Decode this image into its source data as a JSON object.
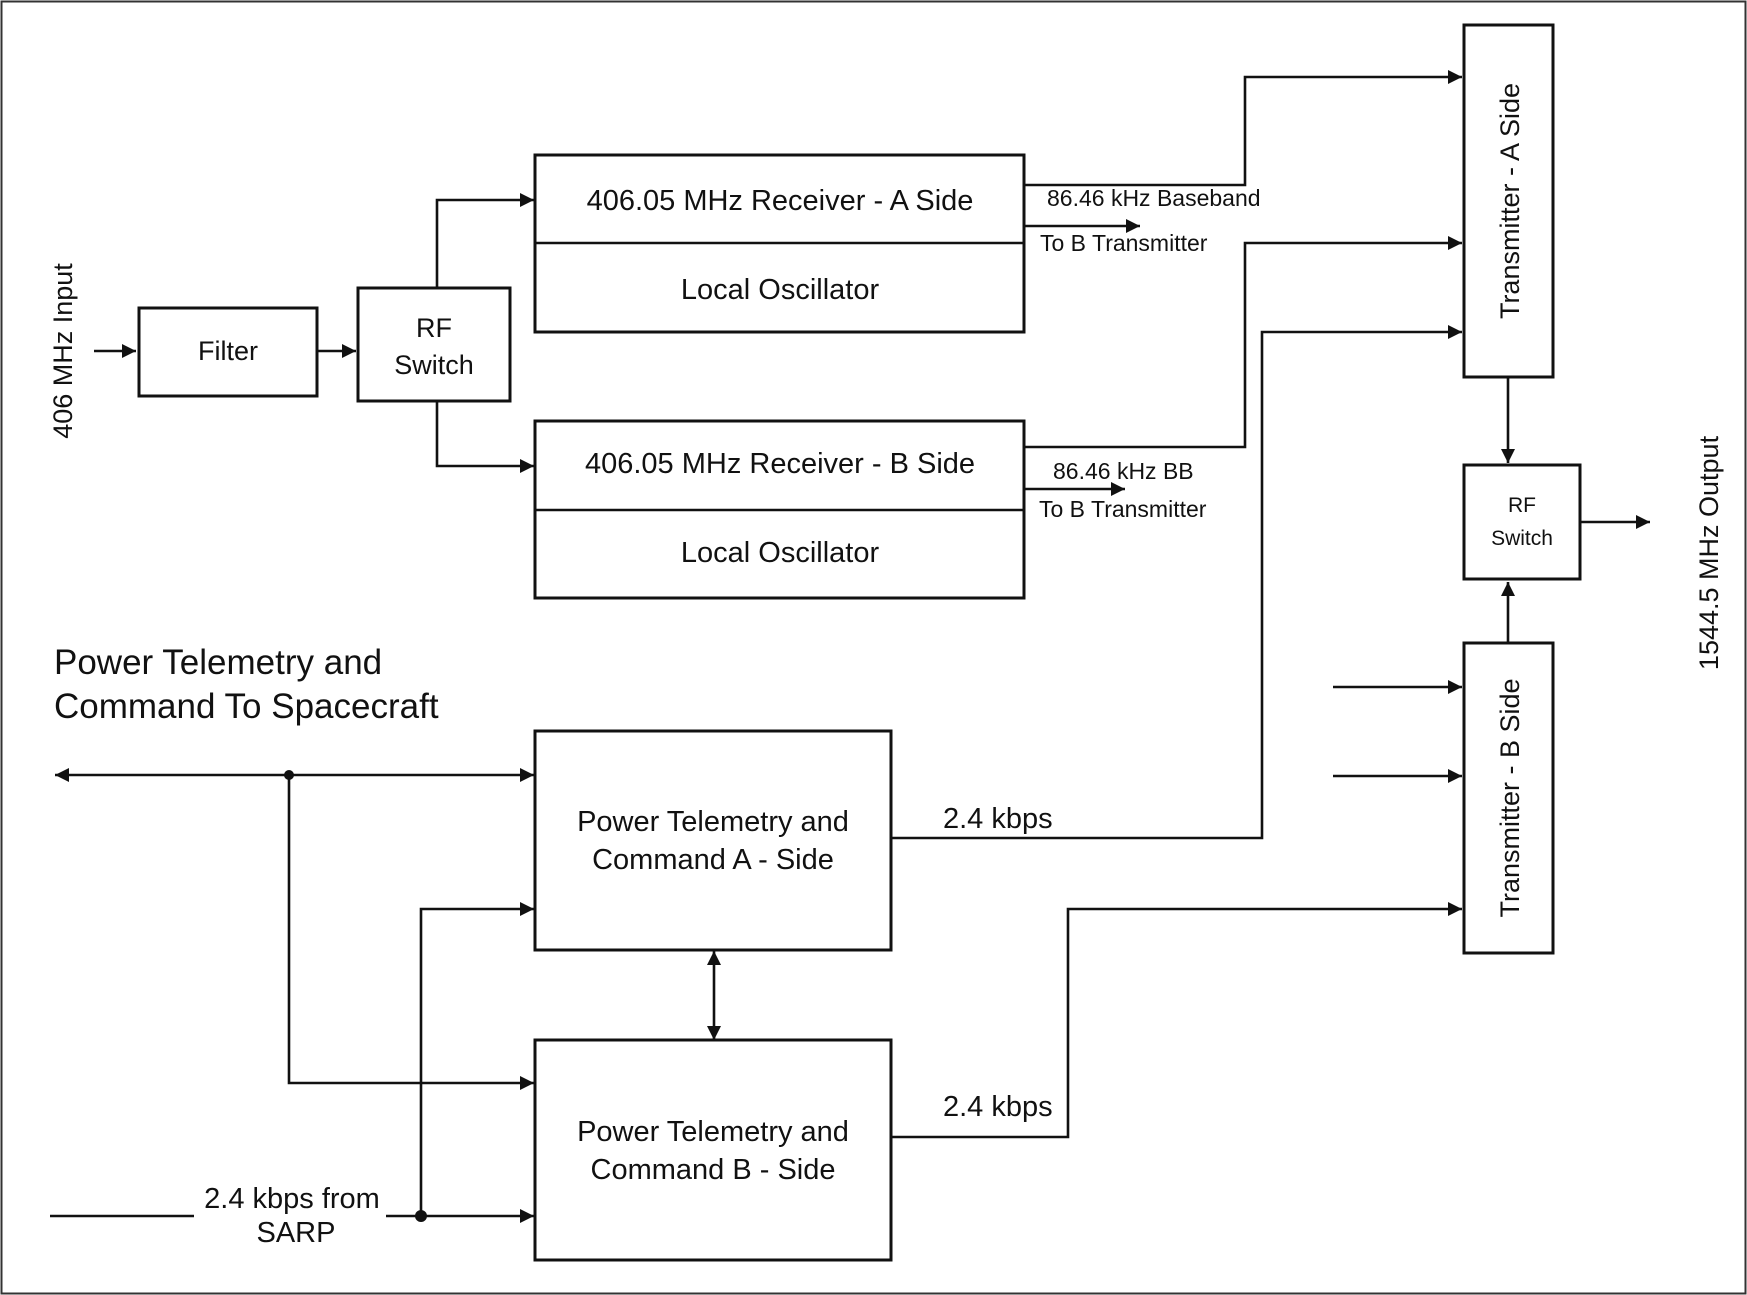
{
  "diagram": {
    "input_label": "406 MHz Input",
    "output_label": "1544.5 MHz Output",
    "filter": "Filter",
    "rf_switch_in": {
      "line1": "RF",
      "line2": "Switch"
    },
    "rx_a": {
      "title": "406.05 MHz Receiver - A Side",
      "lo": "Local Oscillator"
    },
    "rx_b": {
      "title": "406.05 MHz Receiver - B Side",
      "lo": "Local Oscillator"
    },
    "rx_a_out": {
      "line1": "86.46 kHz Baseband",
      "line2": "To B Transmitter"
    },
    "rx_b_out": {
      "line1": "86.46 kHz BB",
      "line2": "To B Transmitter"
    },
    "tx_a": "Transmitter - A Side",
    "tx_b": "Transmitter - B Side",
    "rf_switch_out": {
      "line1": "RF",
      "line2": "Switch"
    },
    "ptc_heading": {
      "line1": "Power Telemetry and",
      "line2": "Command To Spacecraft"
    },
    "ptc_a": {
      "line1": "Power Telemetry and",
      "line2": "Command A - Side"
    },
    "ptc_b": {
      "line1": "Power Telemetry and",
      "line2": "Command B - Side"
    },
    "rate_a": "2.4 kbps",
    "rate_b": "2.4 kbps",
    "sarp": {
      "line1": "2.4 kbps from",
      "line2": "SARP"
    }
  }
}
